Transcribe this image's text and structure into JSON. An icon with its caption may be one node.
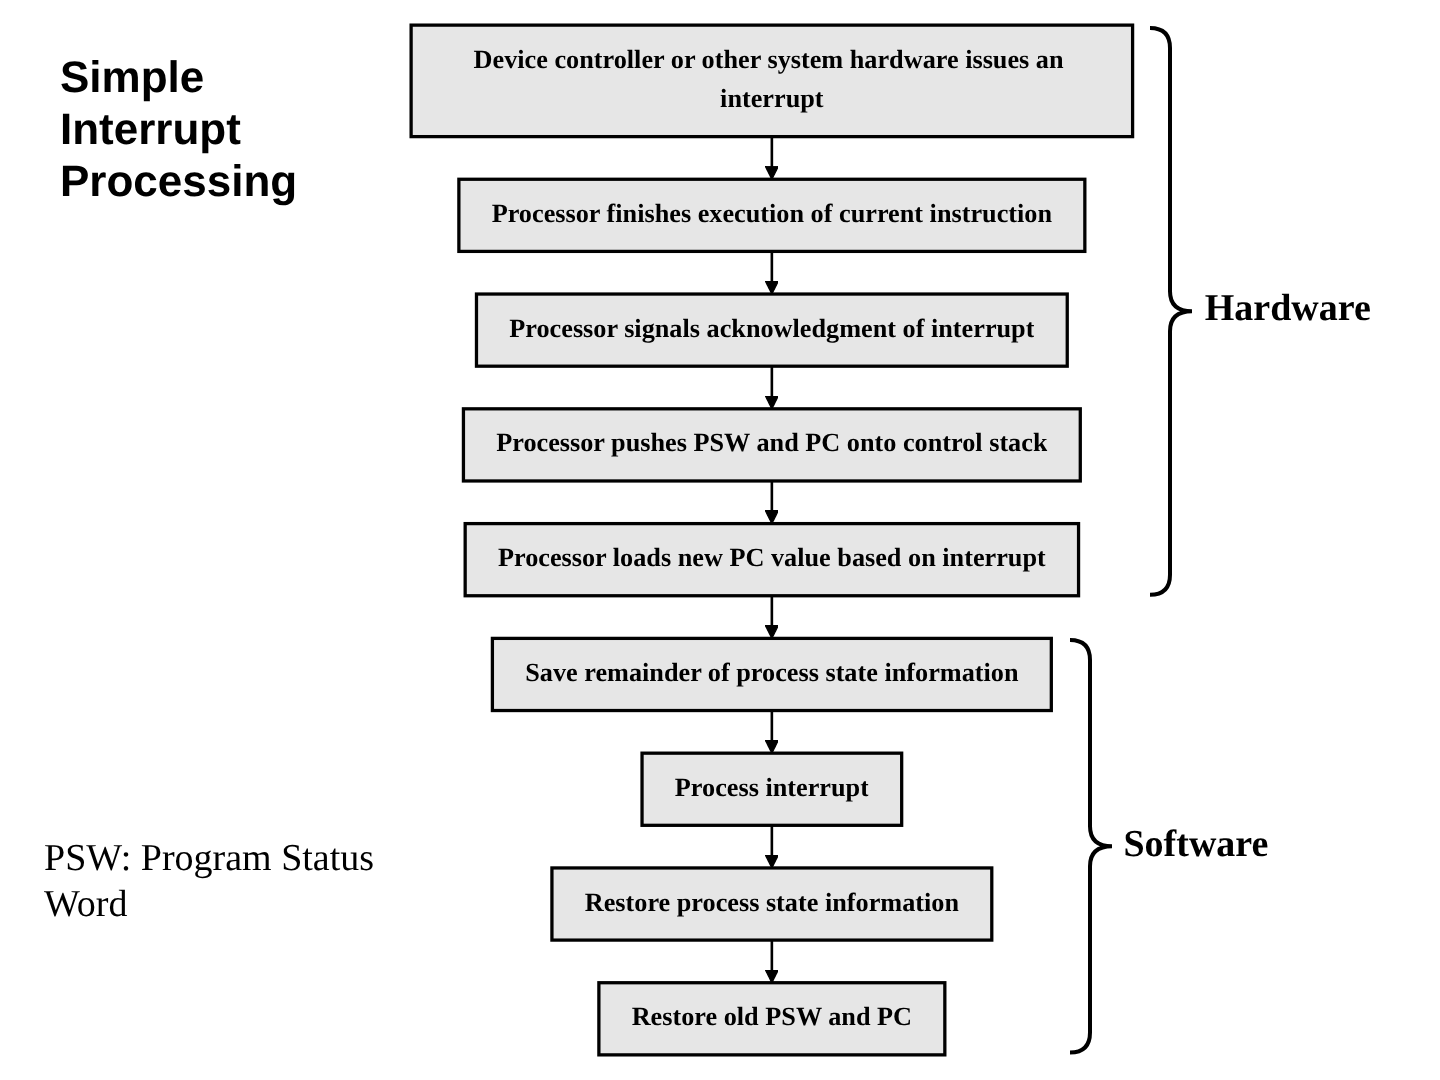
{
  "diagram": {
    "title": "Simple Interrupt Processing",
    "nodes": [
      {
        "text": [
          "Device controller or other system hardware issues an interrupt"
        ]
      },
      {
        "text": [
          "Processor finishes execution of current instruction"
        ]
      },
      {
        "text": [
          "Processor signals acknowledgment of interrupt"
        ]
      },
      {
        "text": [
          "Processor pushes PSW and PC onto control stack"
        ]
      },
      {
        "text": [
          "Processor loads new PC value based on interrupt"
        ]
      },
      {
        "text": [
          "Save remainder of process state information"
        ]
      },
      {
        "text": [
          "Process interrupt"
        ]
      },
      {
        "text": [
          "Restore process state information"
        ]
      },
      {
        "text": [
          "Restore old PSW and PC"
        ]
      }
    ],
    "edges": [
      {
        "from": 0,
        "to": 1,
        "arrow": "to"
      },
      {
        "from": 1,
        "to": 2,
        "arrow": "to"
      },
      {
        "from": 2,
        "to": 3,
        "arrow": "to"
      },
      {
        "from": 3,
        "to": 4,
        "arrow": "to"
      },
      {
        "from": 4,
        "to": 5,
        "arrow": "to"
      },
      {
        "from": 5,
        "to": 6,
        "arrow": "to"
      },
      {
        "from": 6,
        "to": 7,
        "arrow": "to"
      },
      {
        "from": 7,
        "to": 8,
        "arrow": "to"
      }
    ],
    "labels": [
      "Hardware",
      "Software",
      "PSW: Program Status Word"
    ]
  }
}
